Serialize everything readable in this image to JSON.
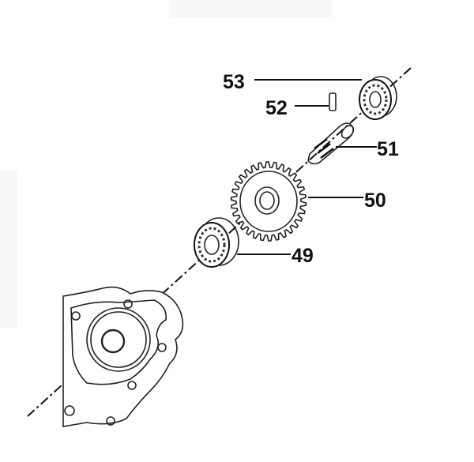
{
  "diagram": {
    "parts": [
      {
        "number": "53"
      },
      {
        "number": "52"
      },
      {
        "number": "51"
      },
      {
        "number": "50"
      },
      {
        "number": "49"
      }
    ],
    "gear_teeth": 30
  }
}
